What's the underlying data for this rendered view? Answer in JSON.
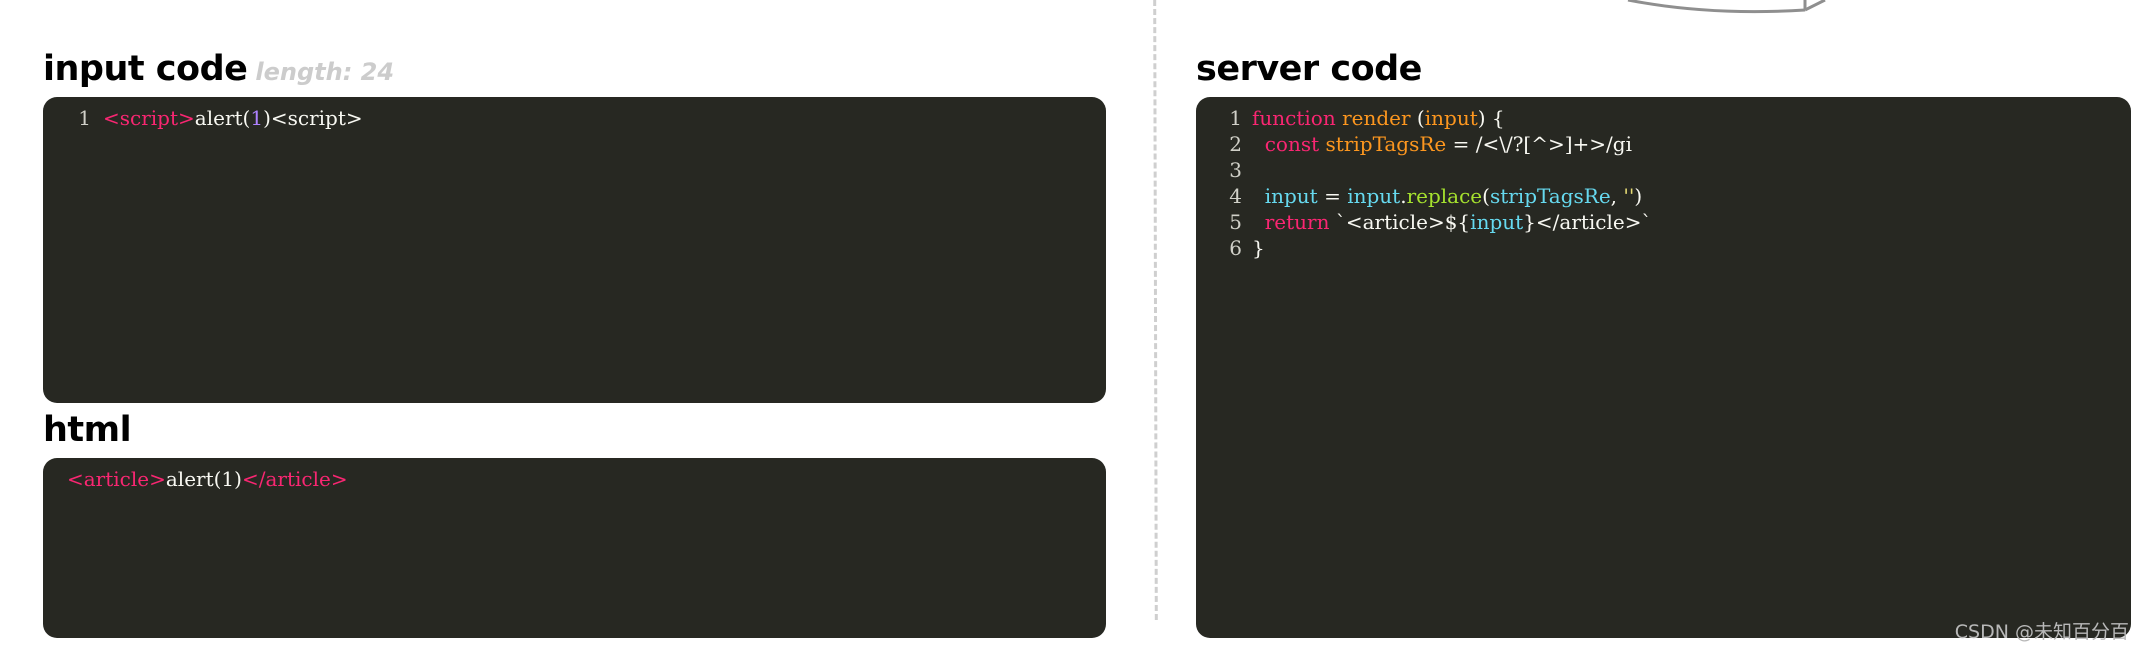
{
  "input_section": {
    "title": "input code",
    "length_label": "length: 24",
    "lines": [
      {
        "num": "1",
        "tokens": [
          {
            "text": "<script>",
            "kind": "tag"
          },
          {
            "text": "alert(",
            "kind": "plain"
          },
          {
            "text": "1",
            "kind": "num"
          },
          {
            "text": ")<script>",
            "kind": "plain"
          }
        ]
      }
    ]
  },
  "html_section": {
    "title": "html",
    "lines": [
      {
        "tokens": [
          {
            "text": "<article>",
            "kind": "tag"
          },
          {
            "text": "alert(1)",
            "kind": "plain"
          },
          {
            "text": "</article>",
            "kind": "tag"
          }
        ]
      }
    ]
  },
  "server_section": {
    "title": "server code",
    "lines": [
      {
        "num": "1",
        "tokens": [
          {
            "text": "function",
            "kind": "kw"
          },
          {
            "text": " ",
            "kind": "plain"
          },
          {
            "text": "render",
            "kind": "fn"
          },
          {
            "text": " (",
            "kind": "plain"
          },
          {
            "text": "input",
            "kind": "param"
          },
          {
            "text": ") {",
            "kind": "plain"
          }
        ]
      },
      {
        "num": "2",
        "tokens": [
          {
            "text": "  ",
            "kind": "plain"
          },
          {
            "text": "const",
            "kind": "kw"
          },
          {
            "text": " ",
            "kind": "plain"
          },
          {
            "text": "stripTagsRe",
            "kind": "var"
          },
          {
            "text": " = /<\\/?[^>]+>/gi",
            "kind": "plain"
          }
        ]
      },
      {
        "num": "3",
        "tokens": []
      },
      {
        "num": "4",
        "tokens": [
          {
            "text": "  ",
            "kind": "plain"
          },
          {
            "text": "input",
            "kind": "id"
          },
          {
            "text": " = ",
            "kind": "plain"
          },
          {
            "text": "input",
            "kind": "id"
          },
          {
            "text": ".",
            "kind": "plain"
          },
          {
            "text": "replace",
            "kind": "method"
          },
          {
            "text": "(",
            "kind": "plain"
          },
          {
            "text": "stripTagsRe",
            "kind": "id"
          },
          {
            "text": ", ",
            "kind": "plain"
          },
          {
            "text": "''",
            "kind": "str"
          },
          {
            "text": ")",
            "kind": "plain"
          }
        ]
      },
      {
        "num": "5",
        "tokens": [
          {
            "text": "  ",
            "kind": "plain"
          },
          {
            "text": "return",
            "kind": "kw"
          },
          {
            "text": " `<article>${",
            "kind": "plain"
          },
          {
            "text": "input",
            "kind": "id"
          },
          {
            "text": "}</article>`",
            "kind": "plain"
          }
        ]
      },
      {
        "num": "6",
        "tokens": [
          {
            "text": "}",
            "kind": "plain"
          }
        ]
      }
    ]
  },
  "watermark": "CSDN @未知百分百",
  "colors": {
    "panel_background": "#272822",
    "tag": "#f92672",
    "keyword": "#f92672",
    "function_name": "#fd971f",
    "number": "#ae81ff",
    "identifier": "#66d9ef",
    "method": "#a6e22e",
    "string": "#e6db74",
    "plain": "#f8f8f2",
    "length_label": "#cccccc"
  },
  "icons": {
    "arrow": "curved-arrow-icon"
  }
}
